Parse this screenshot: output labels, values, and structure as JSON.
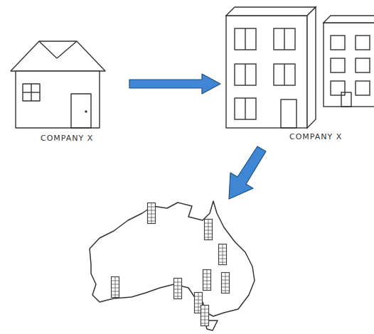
{
  "diagram": {
    "nodes": [
      {
        "text": [
          "COMPANY X"
        ]
      },
      {
        "text": [
          "COMPANY X"
        ]
      }
    ],
    "edges": [
      {
        "from": 0,
        "to": 1,
        "arrow": "to"
      }
    ]
  }
}
